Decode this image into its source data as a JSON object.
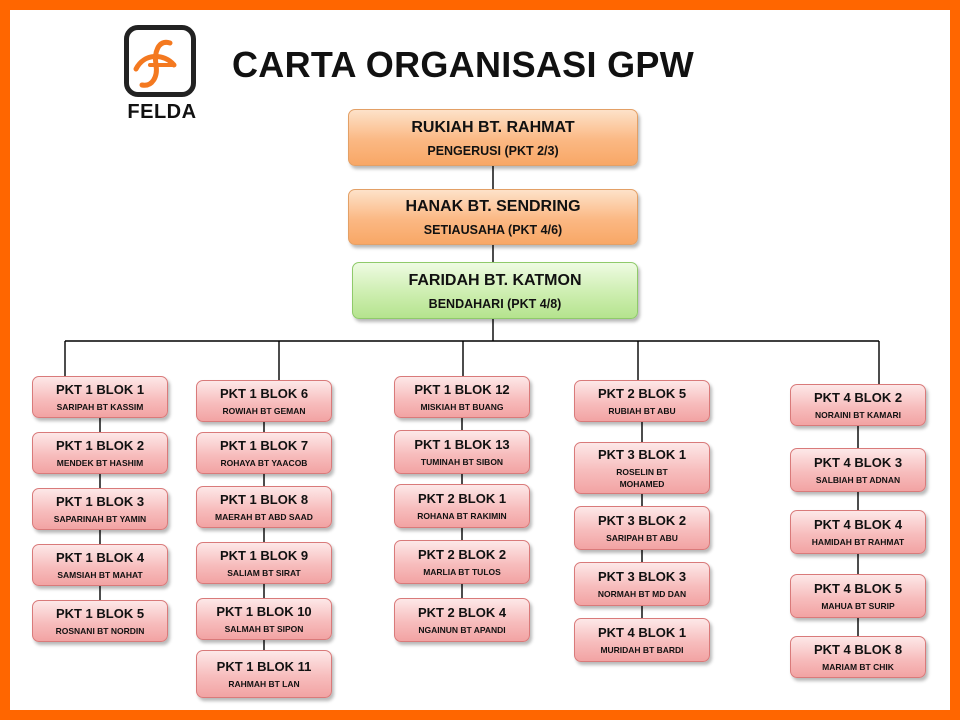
{
  "title": "CARTA ORGANISASI GPW",
  "logo": {
    "text": "FELDA",
    "icon": "felda-f-logo",
    "accent": "#f47920"
  },
  "colors": {
    "frame": "#ff6600",
    "lines": "#000000"
  },
  "top_chain": [
    {
      "name": "RUKIAH BT. RAHMAT",
      "role": "PENGERUSI (PKT 2/3)"
    },
    {
      "name": "HANAK BT. SENDRING",
      "role": "SETIAUSAHA (PKT 4/6)"
    },
    {
      "name": "FARIDAH BT. KATMON",
      "role": "BENDAHARI (PKT 4/8)"
    }
  ],
  "columns": [
    {
      "items": [
        {
          "blok": "PKT 1 BLOK 1",
          "person": "SARIPAH BT KASSIM"
        },
        {
          "blok": "PKT 1 BLOK 2",
          "person": "MENDEK BT HASHIM"
        },
        {
          "blok": "PKT 1 BLOK 3",
          "person": "SAPARINAH BT YAMIN"
        },
        {
          "blok": "PKT 1 BLOK 4",
          "person": "SAMSIAH BT MAHAT"
        },
        {
          "blok": "PKT 1 BLOK 5",
          "person": "ROSNANI BT NORDIN"
        }
      ]
    },
    {
      "items": [
        {
          "blok": "PKT 1 BLOK 6",
          "person": "ROWIAH BT GEMAN"
        },
        {
          "blok": "PKT 1 BLOK 7",
          "person": "ROHAYA BT YAACOB"
        },
        {
          "blok": "PKT 1 BLOK 8",
          "person": "MAERAH BT ABD SAAD"
        },
        {
          "blok": "PKT 1 BLOK 9",
          "person": "SALIAM BT SIRAT"
        },
        {
          "blok": "PKT 1 BLOK 10",
          "person": "SALMAH BT SIPON"
        },
        {
          "blok": "PKT 1 BLOK 11",
          "person": "RAHMAH BT LAN"
        }
      ]
    },
    {
      "items": [
        {
          "blok": "PKT 1 BLOK 12",
          "person": "MISKIAH BT BUANG"
        },
        {
          "blok": "PKT 1 BLOK 13",
          "person": "TUMINAH BT SIBON"
        },
        {
          "blok": "PKT 2 BLOK 1",
          "person": "ROHANA BT RAKIMIN"
        },
        {
          "blok": "PKT 2 BLOK 2",
          "person": "MARLIA BT TULOS"
        },
        {
          "blok": "PKT 2 BLOK 4",
          "person": "NGAINUN BT APANDI"
        }
      ]
    },
    {
      "items": [
        {
          "blok": "PKT 2 BLOK 5",
          "person": "RUBIAH BT ABU"
        },
        {
          "blok": "PKT 3 BLOK 1",
          "person": "ROSELIN BT MOHAMED"
        },
        {
          "blok": "PKT 3 BLOK 2",
          "person": "SARIPAH BT ABU"
        },
        {
          "blok": "PKT 3 BLOK 3",
          "person": "NORMAH BT MD DAN"
        },
        {
          "blok": "PKT 4 BLOK 1",
          "person": "MURIDAH BT BARDI"
        }
      ]
    },
    {
      "items": [
        {
          "blok": "PKT 4 BLOK 2",
          "person": "NORAINI BT KAMARI"
        },
        {
          "blok": "PKT 4 BLOK 3",
          "person": "SALBIAH BT ADNAN"
        },
        {
          "blok": "PKT 4 BLOK 4",
          "person": "HAMIDAH BT RAHMAT"
        },
        {
          "blok": "PKT 4 BLOK 5",
          "person": "MAHUA BT SURIP"
        },
        {
          "blok": "PKT 4 BLOK 8",
          "person": "MARIAM BT CHIK"
        }
      ]
    }
  ]
}
